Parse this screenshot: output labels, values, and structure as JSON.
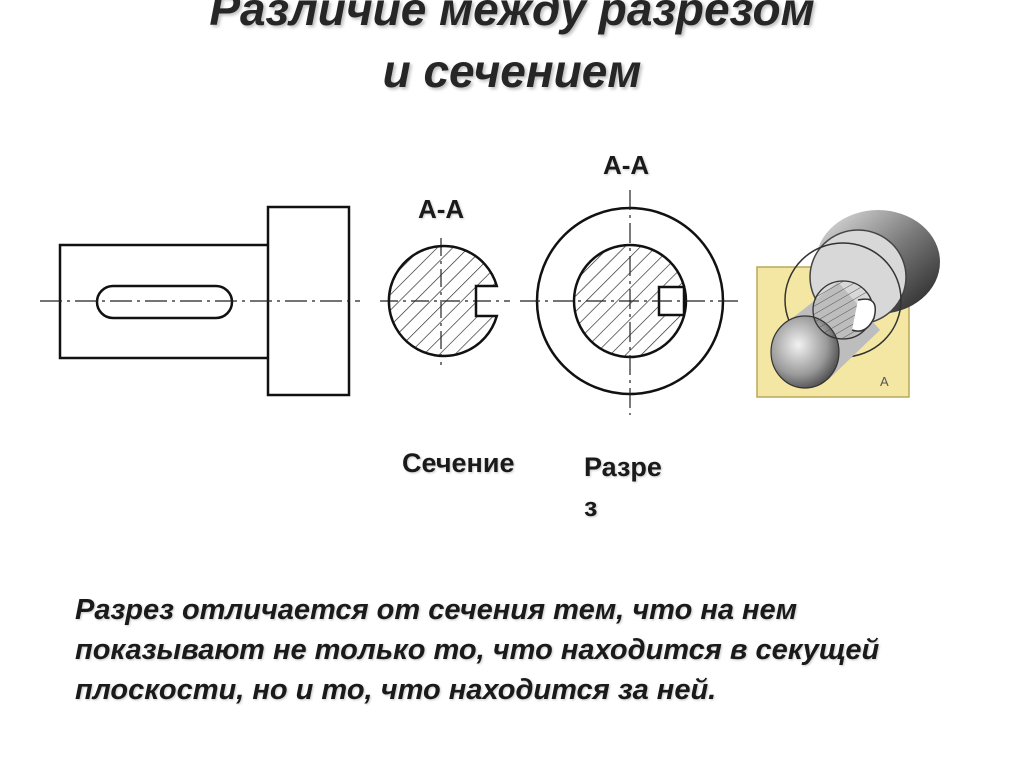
{
  "title": {
    "line1": "Различие между разрезом",
    "line2": "и сечением"
  },
  "section_label": "А-А",
  "cut_label": "А-А",
  "photo_label": "А",
  "caption_section": "Сечение",
  "caption_cut_line1": "Разре",
  "caption_cut_line2": "з",
  "description": "Разрез отличается от сечения тем, что на нем показывают не только то, что находится в секущей плоскости, но и то, что находится за ней."
}
